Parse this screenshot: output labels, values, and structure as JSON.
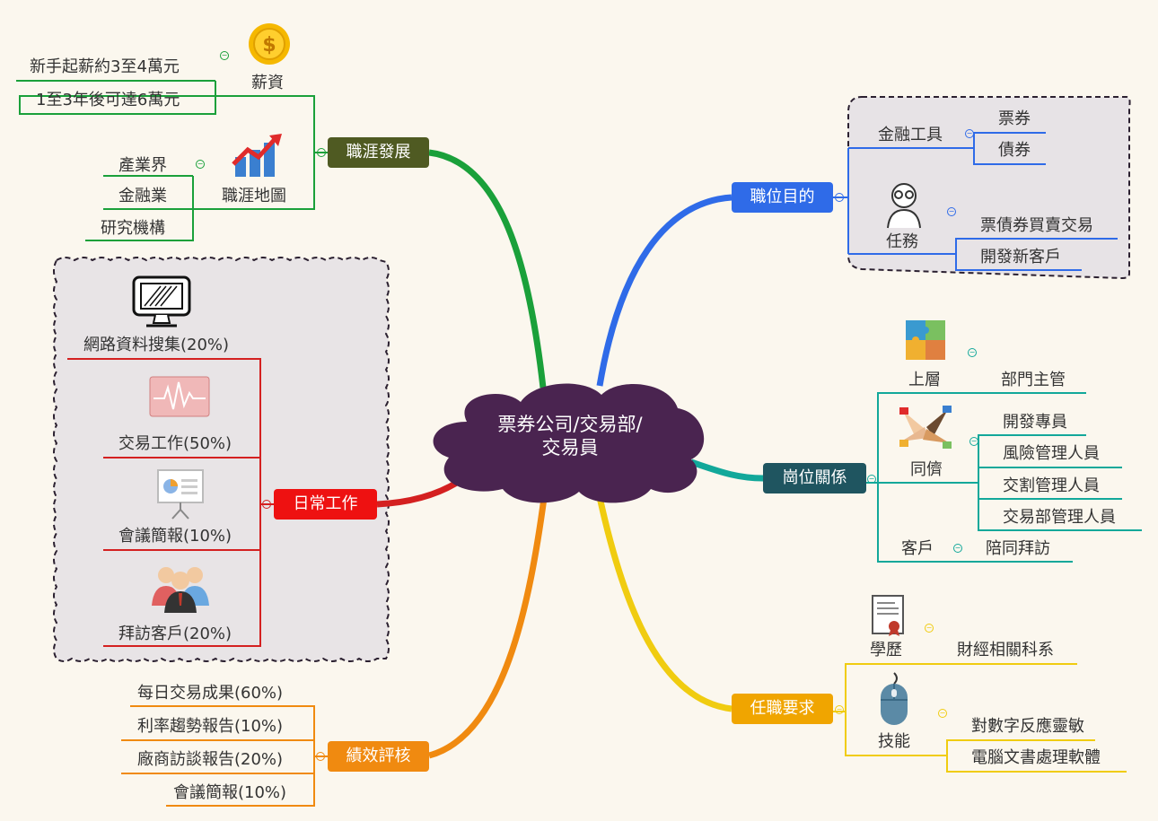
{
  "center": {
    "line1": "票券公司/交易部/",
    "line2": "交易員"
  },
  "branches": {
    "career": {
      "label": "職涯發展",
      "salary": {
        "label": "薪資",
        "items": [
          "新手起薪約3至4萬元",
          "1至3年後可達6萬元"
        ]
      },
      "map": {
        "label": "職涯地圖",
        "items": [
          "產業界",
          "金融業",
          "研究機構"
        ]
      }
    },
    "purpose": {
      "label": "職位目的",
      "tools": {
        "label": "金融工具",
        "items": [
          "票券",
          "債券"
        ]
      },
      "tasks": {
        "label": "任務",
        "items": [
          "票債券買賣交易",
          "開發新客戶"
        ]
      }
    },
    "daily": {
      "label": "日常工作",
      "items": [
        "網路資料搜集(20%)",
        "交易工作(50%)",
        "會議簡報(10%)",
        "拜訪客戶(20%)"
      ]
    },
    "relations": {
      "label": "崗位關係",
      "upper": {
        "label": "上層",
        "items": [
          "部門主管"
        ]
      },
      "peers": {
        "label": "同儕",
        "items": [
          "開發專員",
          "風險管理人員",
          "交割管理人員",
          "交易部管理人員"
        ]
      },
      "clients": {
        "label": "客戶",
        "items": [
          "陪同拜訪"
        ]
      }
    },
    "requirements": {
      "label": "任職要求",
      "education": {
        "label": "學歷",
        "items": [
          "財經相關科系"
        ]
      },
      "skills": {
        "label": "技能",
        "items": [
          "對數字反應靈敏",
          "電腦文書處理軟體"
        ]
      }
    },
    "performance": {
      "label": "績效評核",
      "items": [
        "每日交易成果(60%)",
        "利率趨勢報告(10%)",
        "廠商訪談報告(20%)",
        "會議簡報(10%)"
      ]
    }
  },
  "colors": {
    "center": "#4a2450",
    "career": "#4f5a22",
    "purpose": "#2f6be8",
    "daily": "#ee1111",
    "relations": "#1f5560",
    "requirements": "#f0a500",
    "performance": "#f08a10",
    "line_green": "#1aa03a",
    "line_blue": "#2f6be8",
    "line_red": "#d42020",
    "line_teal": "#12a89a",
    "line_yellow": "#f0cc10",
    "line_orange": "#f08a10"
  },
  "icons": [
    "dollar-coin-icon",
    "growth-chart-icon",
    "monitor-icon",
    "heartbeat-icon",
    "presentation-icon",
    "people-icon",
    "scientist-icon",
    "puzzle-icon",
    "hands-icon",
    "certificate-icon",
    "mouse-icon"
  ]
}
